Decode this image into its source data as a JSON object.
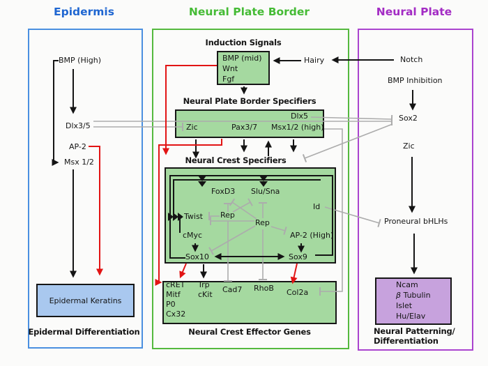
{
  "colors": {
    "epidermis_accent": "#1f66d1",
    "neural_plate_border_accent": "#45bb35",
    "neural_plate_accent": "#a32cc4",
    "activation_red": "#e21414",
    "repression_gray": "#acacac",
    "gene_box_green": "#a5d9a0",
    "keratins_box_blue": "#a9c8ef",
    "neuronal_box_purple": "#c7a2dd"
  },
  "titles": {
    "epidermis": "Epidermis",
    "neural_plate_border": "Neural Plate Border",
    "neural_plate": "Neural Plate"
  },
  "epidermis": {
    "bmp_high": "BMP (High)",
    "dlx3_5": "Dlx3/5",
    "ap2": "AP-2",
    "msx1_2": "Msx 1/2",
    "keratins": "Epidermal Keratins",
    "caption": "Epidermal Differentiation"
  },
  "npb": {
    "induction_header": "Induction Signals",
    "bmp_mid": "BMP (mid)",
    "wnt": "Wnt",
    "fgf": "Fgf",
    "hairy": "Hairy",
    "specifiers_header": "Neural Plate Border Specifiers",
    "dlx5": "Dlx5",
    "zic": "Zic",
    "pax3_7": "Pax3/7",
    "msx1_2_high": "Msx1/2 (high)",
    "crest_header": "Neural Crest Specifiers",
    "foxd3": "FoxD3",
    "slu_sna": "Slu/Sna",
    "twist": "Twist",
    "rep1": "Rep",
    "rep2": "Rep",
    "cmyc": "cMyc",
    "id": "Id",
    "ap2_high": "AP-2 (High)",
    "sox10": "Sox10",
    "sox9": "Sox9",
    "cret": "cRET",
    "mitf": "Mitf",
    "p0": "P0",
    "cx32": "Cx32",
    "trp": "Trp",
    "ckit": "cKit",
    "cad7": "Cad7",
    "rhob": "RhoB",
    "col2a": "Col2a",
    "effector_caption": "Neural Crest Effector Genes"
  },
  "np": {
    "notch": "Notch",
    "bmp_inhibition": "BMP Inhibition",
    "sox2": "Sox2",
    "zic": "Zic",
    "proneural": "Proneural bHLHs",
    "ncam": "Ncam",
    "beta": "β",
    "tubulin": "Tubulin",
    "islet": "Islet",
    "hu_elav": "Hu/Elav",
    "caption_line1": "Neural Patterning/",
    "caption_line2": "Differentiation"
  }
}
